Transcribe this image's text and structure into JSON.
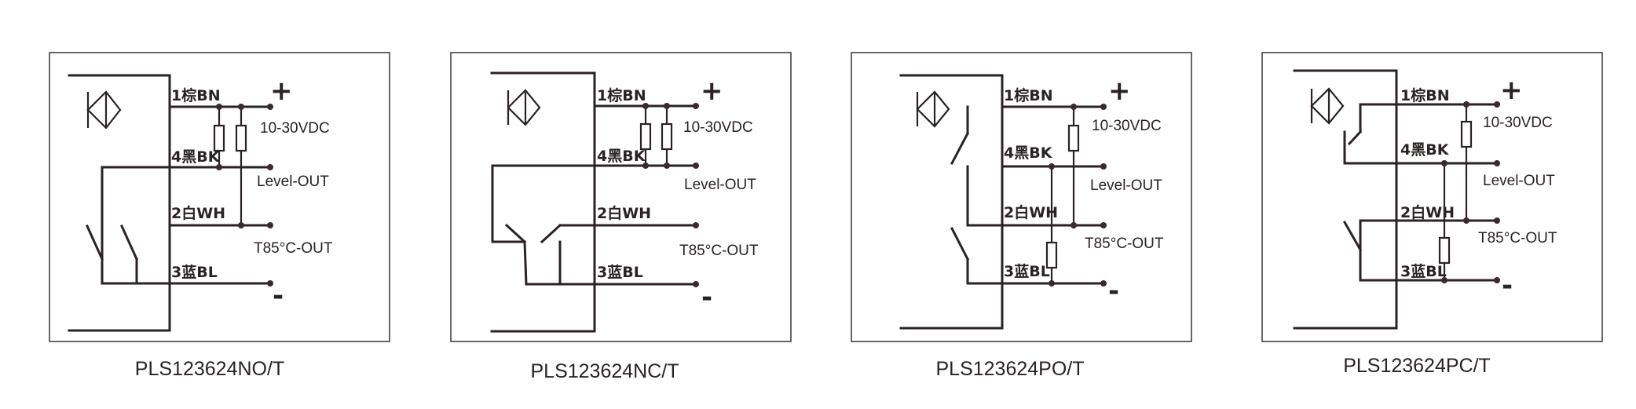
{
  "pins": {
    "brown": "1棕BN",
    "black": "4黑BK",
    "white": "2白WH",
    "blue": "3蓝BL"
  },
  "terminals": {
    "plus": "+",
    "minus": "-",
    "supply": "10-30VDC",
    "level_out": "Level-OUT",
    "temp_out": "T85°C-OUT"
  },
  "diagrams": [
    {
      "model": "PLS123624NO/T"
    },
    {
      "model": "PLS123624NC/T"
    },
    {
      "model": "PLS123624PO/T"
    },
    {
      "model": "PLS123624PC/T"
    }
  ]
}
